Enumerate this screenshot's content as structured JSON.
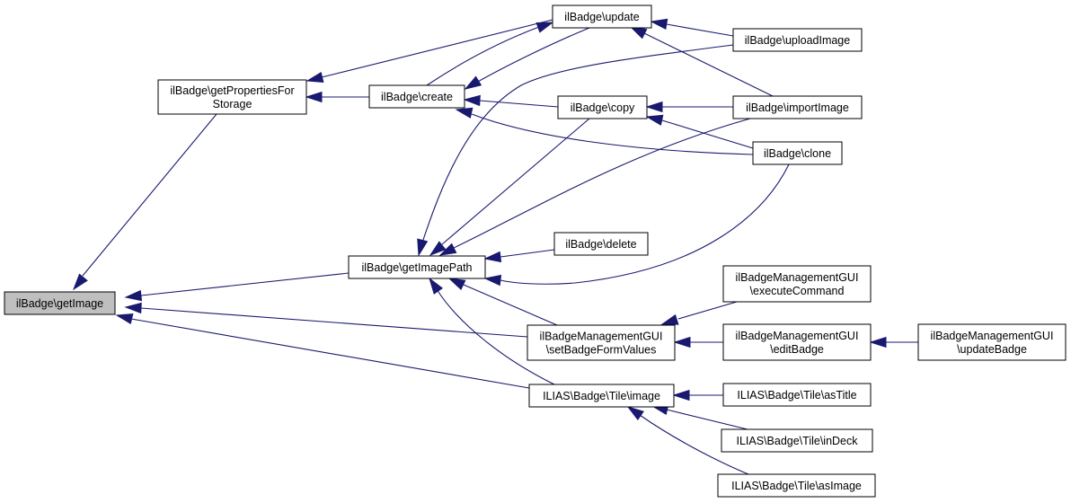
{
  "diagram": {
    "type": "doxygen-caller-graph",
    "root": "getImage",
    "colors": {
      "edge": "#191970",
      "root_fill": "#bfbfbf",
      "node_fill": "#ffffff",
      "node_border": "#000000"
    },
    "nodes": [
      {
        "id": "getImage",
        "lines": [
          "ilBadge\\getImage"
        ],
        "root": true
      },
      {
        "id": "getPropertiesForStorage",
        "lines": [
          "ilBadge\\getPropertiesFor",
          "Storage"
        ]
      },
      {
        "id": "create",
        "lines": [
          "ilBadge\\create"
        ]
      },
      {
        "id": "update",
        "lines": [
          "ilBadge\\update"
        ]
      },
      {
        "id": "uploadImage",
        "lines": [
          "ilBadge\\uploadImage"
        ]
      },
      {
        "id": "copy",
        "lines": [
          "ilBadge\\copy"
        ]
      },
      {
        "id": "importImage",
        "lines": [
          "ilBadge\\importImage"
        ]
      },
      {
        "id": "clone",
        "lines": [
          "ilBadge\\clone"
        ]
      },
      {
        "id": "getImagePath",
        "lines": [
          "ilBadge\\getImagePath"
        ]
      },
      {
        "id": "delete",
        "lines": [
          "ilBadge\\delete"
        ]
      },
      {
        "id": "setBadgeFormValues",
        "lines": [
          "ilBadgeManagementGUI",
          "\\setBadgeFormValues"
        ]
      },
      {
        "id": "executeCommand",
        "lines": [
          "ilBadgeManagementGUI",
          "\\executeCommand"
        ]
      },
      {
        "id": "editBadge",
        "lines": [
          "ilBadgeManagementGUI",
          "\\editBadge"
        ]
      },
      {
        "id": "updateBadge",
        "lines": [
          "ilBadgeManagementGUI",
          "\\updateBadge"
        ]
      },
      {
        "id": "tileImage",
        "lines": [
          "ILIAS\\Badge\\Tile\\image"
        ]
      },
      {
        "id": "asTitle",
        "lines": [
          "ILIAS\\Badge\\Tile\\asTitle"
        ]
      },
      {
        "id": "inDeck",
        "lines": [
          "ILIAS\\Badge\\Tile\\inDeck"
        ]
      },
      {
        "id": "asImage",
        "lines": [
          "ILIAS\\Badge\\Tile\\asImage"
        ]
      }
    ],
    "edges": [
      {
        "from": "getPropertiesForStorage",
        "to": "getImage"
      },
      {
        "from": "getImagePath",
        "to": "getImage"
      },
      {
        "from": "setBadgeFormValues",
        "to": "getImage"
      },
      {
        "from": "tileImage",
        "to": "getImage"
      },
      {
        "from": "update",
        "to": "getPropertiesForStorage"
      },
      {
        "from": "create",
        "to": "getPropertiesForStorage"
      },
      {
        "from": "update",
        "to": "create"
      },
      {
        "from": "copy",
        "to": "create"
      },
      {
        "from": "clone",
        "to": "create"
      },
      {
        "from": "create",
        "to": "update"
      },
      {
        "from": "uploadImage",
        "to": "update"
      },
      {
        "from": "importImage",
        "to": "update"
      },
      {
        "from": "importImage",
        "to": "copy"
      },
      {
        "from": "clone",
        "to": "copy"
      },
      {
        "from": "uploadImage",
        "to": "getImagePath"
      },
      {
        "from": "copy",
        "to": "getImagePath"
      },
      {
        "from": "importImage",
        "to": "getImagePath"
      },
      {
        "from": "delete",
        "to": "getImagePath"
      },
      {
        "from": "clone",
        "to": "getImagePath"
      },
      {
        "from": "setBadgeFormValues",
        "to": "getImagePath"
      },
      {
        "from": "tileImage",
        "to": "getImagePath"
      },
      {
        "from": "executeCommand",
        "to": "setBadgeFormValues"
      },
      {
        "from": "editBadge",
        "to": "setBadgeFormValues"
      },
      {
        "from": "updateBadge",
        "to": "editBadge"
      },
      {
        "from": "asTitle",
        "to": "tileImage"
      },
      {
        "from": "inDeck",
        "to": "tileImage"
      },
      {
        "from": "asImage",
        "to": "tileImage"
      }
    ]
  }
}
